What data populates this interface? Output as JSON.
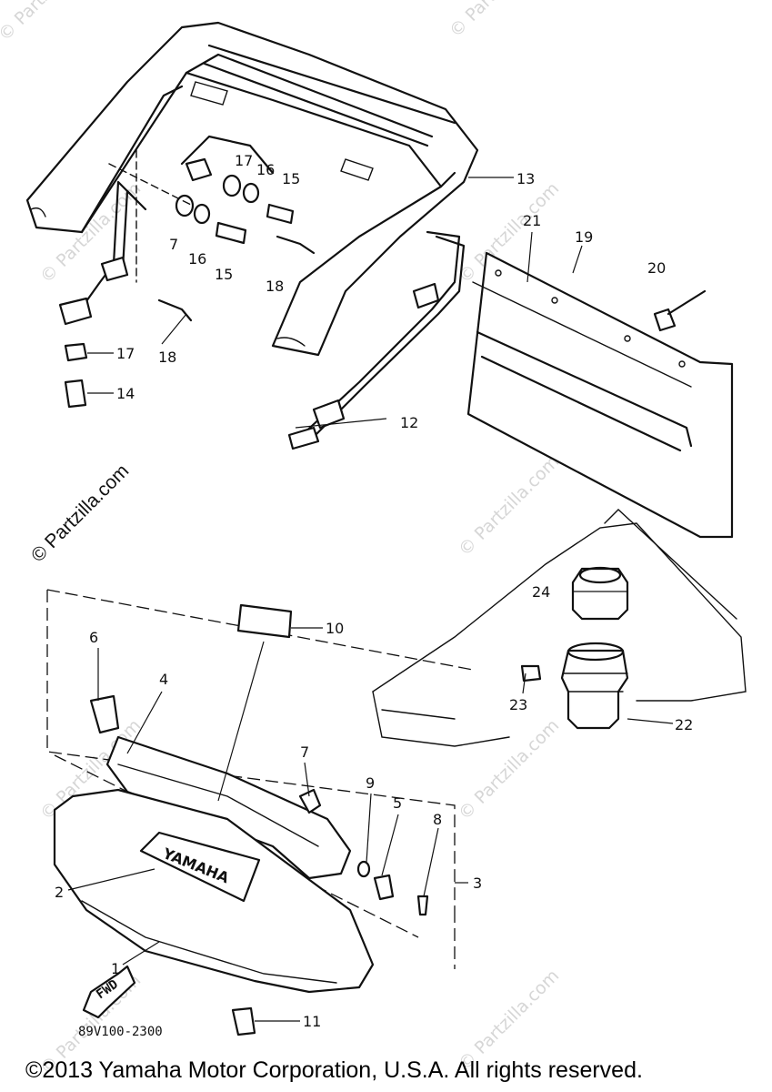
{
  "watermark": {
    "text": "© Partzilla.com",
    "color": "#d6d6d6",
    "bold_color": "#111111"
  },
  "diagram_code": "89V100-2300",
  "fwd_label": "FWD",
  "decal_text": "YAMAHA",
  "callouts": {
    "c1": "1",
    "c2": "2",
    "c3": "3",
    "c4": "4",
    "c5": "5",
    "c6": "6",
    "c7a": "7",
    "c7b": "7",
    "c8": "8",
    "c9": "9",
    "c10": "10",
    "c11": "11",
    "c12": "12",
    "c13": "13",
    "c14": "14",
    "c15a": "15",
    "c15b": "15",
    "c16a": "16",
    "c16b": "16",
    "c17a": "17",
    "c17b": "17",
    "c18a": "18",
    "c18b": "18",
    "c19": "19",
    "c20": "20",
    "c21": "21",
    "c22": "22",
    "c23": "23",
    "c24": "24"
  },
  "copyright": "©2013 Yamaha Motor Corporation, U.S.A. All rights reserved."
}
